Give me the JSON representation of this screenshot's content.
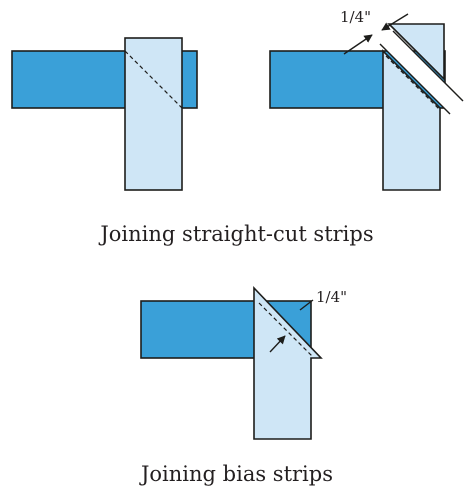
{
  "figure": {
    "caption_straight": "Joining straight-cut strips",
    "caption_bias": "Joining bias strips",
    "seam_allowance_top": "1/4\"",
    "seam_allowance_bias": "1/4\""
  },
  "colors": {
    "strip_dark": "#3aa0d8",
    "strip_light": "#cfe6f6",
    "outline": "#1d1d1b"
  }
}
